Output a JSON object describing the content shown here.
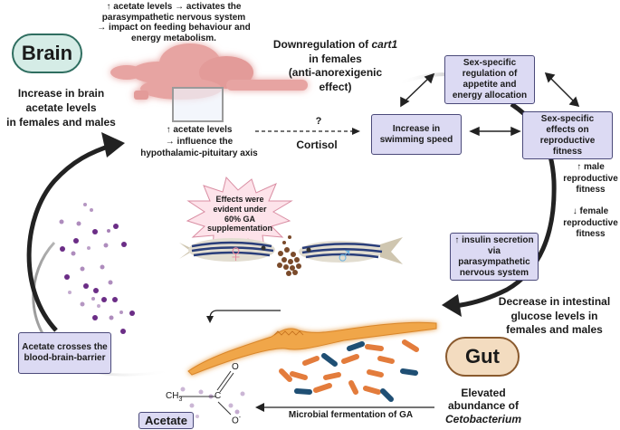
{
  "title_labels": {
    "brain": "Brain",
    "gut": "Gut"
  },
  "brain": {
    "parasympathetic_note": [
      "↑ acetate levels → activates the",
      "parasympathetic nervous system",
      "→ impact on feeding behaviour and",
      "energy metabolism."
    ],
    "increase_note": [
      "Increase in brain",
      "acetate levels",
      "in females and males"
    ],
    "hpa_note": [
      "↑ acetate levels",
      "→ influence the",
      "hypothalamic-pituitary axis"
    ],
    "cart1_note": {
      "line1_prefix": "Downregulation of ",
      "line1_gene": "cart1",
      "rest": [
        "in females",
        "(anti-anorexigenic",
        "effect)"
      ]
    }
  },
  "cortisol_link": {
    "question": "?",
    "label": "Cortisol"
  },
  "boxes": {
    "swimming": [
      "Increase in",
      "swimming speed"
    ],
    "appetite": [
      "Sex-specific",
      "regulation of",
      "appetite and",
      "energy allocation"
    ],
    "reproductive": [
      "Sex-specific",
      "effects on",
      "reproductive",
      "fitness"
    ],
    "insulin": [
      "↑ insulin secretion",
      "via",
      "parasympathetic",
      "nervous system"
    ],
    "bbb": [
      "Acetate crosses the",
      "blood-brain-barrier"
    ],
    "acetate": "Acetate"
  },
  "fitness_notes": {
    "male": [
      "↑ male",
      "reproductive",
      "fitness"
    ],
    "female": [
      "↓ female",
      "reproductive",
      "fitness"
    ]
  },
  "starburst": [
    "Effects were",
    "evident under",
    "60% GA",
    "supplementation"
  ],
  "glucose_note": [
    "Decrease in intestinal",
    "glucose levels in",
    "females and males"
  ],
  "gut_note": {
    "lines": [
      "Elevated",
      "abundance of"
    ],
    "genus": "Cetobacterium"
  },
  "fermentation_label": "Microbial fermentation of GA",
  "chemistry": {
    "ch3": "CH",
    "ch3_sub": "3",
    "c": "C",
    "o_top": "O",
    "o_bottom": "O",
    "o_charge": "-"
  },
  "sex_symbols": {
    "female": "♀",
    "male": "♂"
  },
  "colors": {
    "box_fill": "#dcdaf3",
    "box_border": "#4b4a7a",
    "brain_pill": "#d5ece6",
    "brain_border": "#2f6e60",
    "gut_pill": "#f3dcc0",
    "gut_border": "#8a5a2e",
    "brain_tissue": "#e7a4a2",
    "intestine": "#f0a64a",
    "bacteria_orange": "#e37c3c",
    "bacteria_blue": "#1f4f74",
    "acetate_dots": "#6b2d86",
    "female_symbol": "#e68aa0",
    "male_symbol": "#6fb3e0"
  }
}
